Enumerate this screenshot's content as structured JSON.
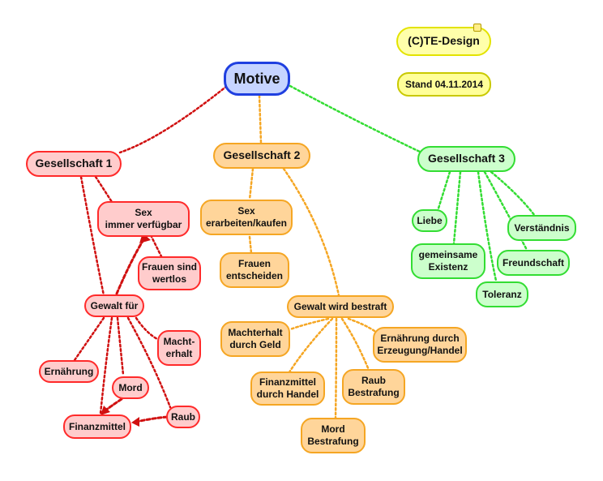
{
  "colors": {
    "red": "#ff2a2a",
    "orange": "#f5a623",
    "green": "#33dd33",
    "blue": "#1f3fe0",
    "yellow": "#e3e300"
  },
  "nodes": {
    "motive": "Motive",
    "copyright": "(C)TE-Design",
    "stand": "Stand 04.11.2014",
    "g1": "Gesellschaft 1",
    "g1_sex": "Sex\nimmer verfügbar",
    "g1_frauen": "Frauen sind\nwertlos",
    "g1_gewalt": "Gewalt für",
    "g1_macht": "Macht-\nerhalt",
    "g1_ernaehrung": "Ernährung",
    "g1_mord": "Mord",
    "g1_raub": "Raub",
    "g1_finanz": "Finanzmittel",
    "g2": "Gesellschaft 2",
    "g2_sex": "Sex\nerarbeiten/kaufen",
    "g2_frauen": "Frauen\nentscheiden",
    "g2_gewalt": "Gewalt wird bestraft",
    "g2_macht": "Machterhalt\ndurch Geld",
    "g2_ernaehrung": "Ernährung durch\nErzeugung/Handel",
    "g2_finanz": "Finanzmittel\ndurch Handel",
    "g2_raub": "Raub\nBestrafung",
    "g2_mord": "Mord\nBestrafung",
    "g3": "Gesellschaft 3",
    "g3_liebe": "Liebe",
    "g3_existenz": "gemeinsame\nExistenz",
    "g3_verstaendnis": "Verständnis",
    "g3_freundschaft": "Freundschaft",
    "g3_toleranz": "Toleranz"
  }
}
